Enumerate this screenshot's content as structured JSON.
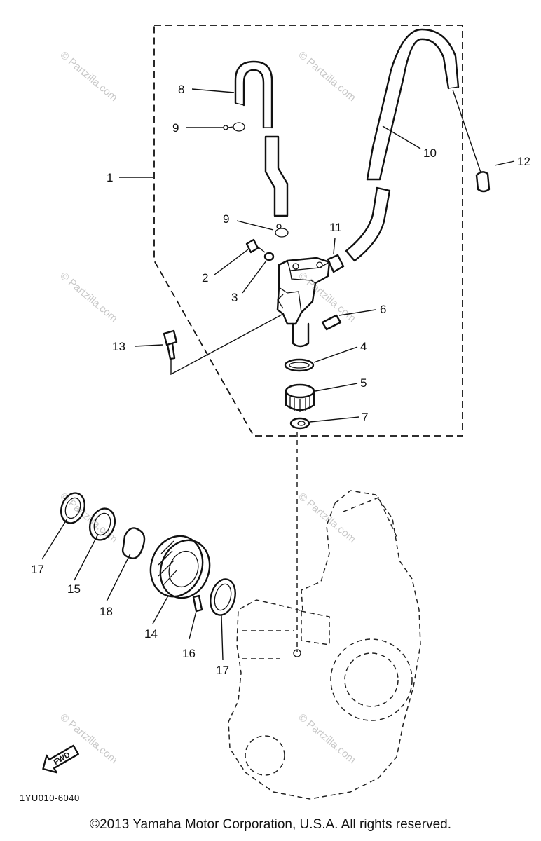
{
  "diagram": {
    "callouts": {
      "c1": "1",
      "c2": "2",
      "c3": "3",
      "c4": "4",
      "c5": "5",
      "c6": "6",
      "c7": "7",
      "c8": "8",
      "c9a": "9",
      "c9b": "9",
      "c10": "10",
      "c11": "11",
      "c12": "12",
      "c13": "13",
      "c14": "14",
      "c15": "15",
      "c16": "16",
      "c17a": "17",
      "c17b": "17",
      "c18": "18"
    },
    "fwd_label": "FWD",
    "diagram_code": "1YU010-6040",
    "watermark": "© Partzilla.com"
  },
  "footer": {
    "copyright": "©2013 Yamaha Motor Corporation, U.S.A. All rights reserved."
  }
}
